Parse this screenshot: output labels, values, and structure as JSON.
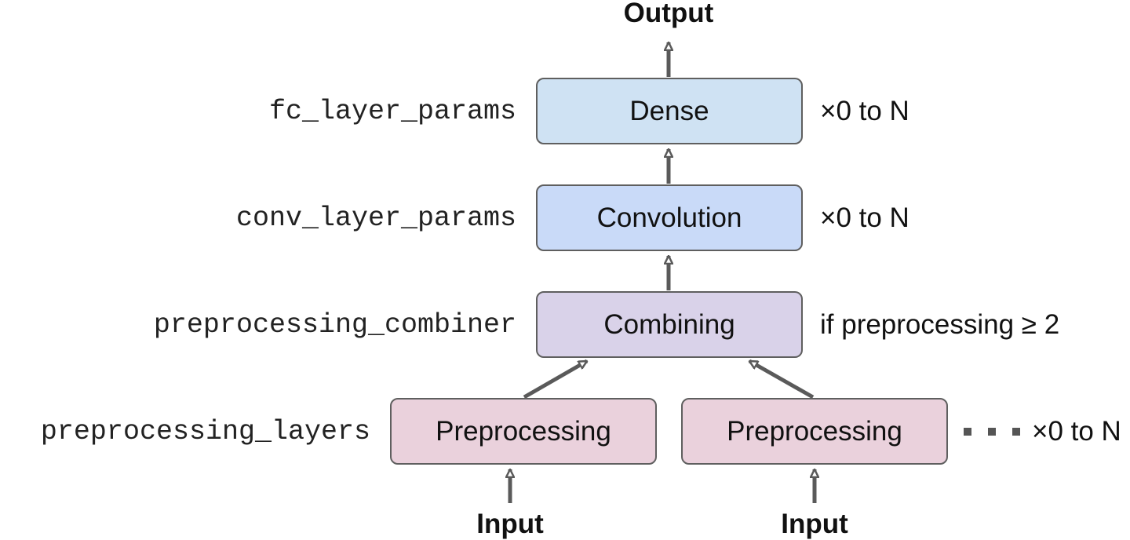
{
  "output_label": "Output",
  "layers": {
    "dense": {
      "label": "Dense",
      "param": "fc_layer_params",
      "note": "×0 to N",
      "color": "#cfe2f3"
    },
    "convolution": {
      "label": "Convolution",
      "param": "conv_layer_params",
      "note": "×0 to N",
      "color": "#c9daf8"
    },
    "combining": {
      "label": "Combining",
      "param": "preprocessing_combiner",
      "note": "if preprocessing ≥ 2",
      "color": "#d9d2e9"
    },
    "preprocessing": {
      "label": "Preprocessing",
      "param": "preprocessing_layers",
      "note": "×0 to N",
      "color": "#ead1dc"
    }
  },
  "input_label": "Input",
  "colors": {
    "border": "#5f5f5f",
    "arrow": "#5a5a5a"
  }
}
